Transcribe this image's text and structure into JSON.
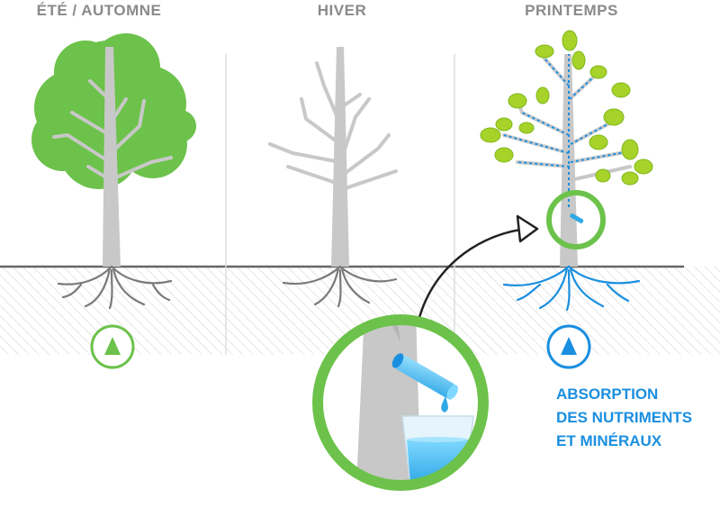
{
  "seasons": [
    {
      "label": "ÉTÉ / AUTOMNE"
    },
    {
      "label": "HIVER"
    },
    {
      "label": "PRINTEMPS"
    }
  ],
  "caption": {
    "line1": "ABSORPTION",
    "line2": "DES NUTRIMENTS",
    "line3": "ET MINÉRAUX"
  },
  "colors": {
    "foliage": "#6cc24a",
    "leaf": "#a6d22a",
    "sap": "#1a8fe0",
    "trunk": "#c4c4c4",
    "roots": "#7a7a7a",
    "ground": "#666666"
  },
  "icons": {
    "summer_indicator": "triangle-up-icon",
    "spring_indicator": "triangle-up-icon",
    "arrow": "curved-arrow-icon"
  }
}
